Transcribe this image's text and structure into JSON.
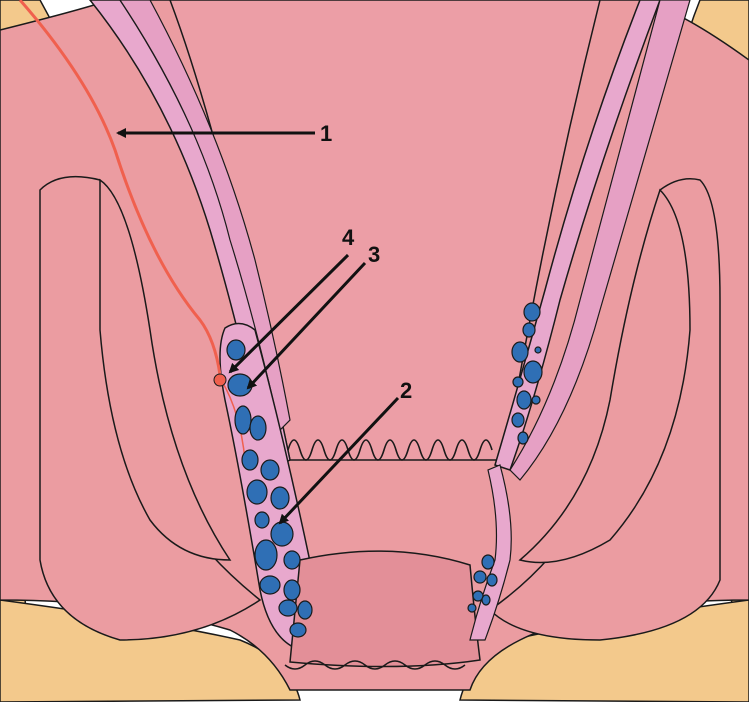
{
  "colors": {
    "background": "#ffffff",
    "fat": "#f3c98c",
    "muscle": "#eb9ca1",
    "mucosa": "#e69aa6",
    "lining": "#e8a8cd",
    "vein": "#2f6fb5",
    "artery": "#f0604e",
    "outline": "#1a1a1a",
    "arrow": "#111111"
  },
  "labels": [
    {
      "id": "1",
      "text": "1"
    },
    {
      "id": "2",
      "text": "2"
    },
    {
      "id": "3",
      "text": "3"
    },
    {
      "id": "4",
      "text": "4"
    }
  ]
}
